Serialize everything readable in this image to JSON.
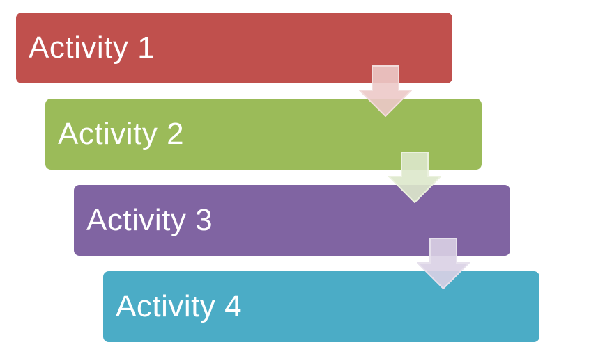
{
  "steps": [
    {
      "label": "Activity 1",
      "color": "#c0504d"
    },
    {
      "label": "Activity 2",
      "color": "#9bbb59"
    },
    {
      "label": "Activity 3",
      "color": "#8064a2"
    },
    {
      "label": "Activity 4",
      "color": "#4bacc6"
    }
  ],
  "arrows": [
    {
      "icon": "down-arrow-icon",
      "fill": "#ecc9c8",
      "stroke": "#f2dcdb"
    },
    {
      "icon": "down-arrow-icon",
      "fill": "#dde8cb",
      "stroke": "#ebf1de"
    },
    {
      "icon": "down-arrow-icon",
      "fill": "#d9d0e4",
      "stroke": "#e6e0ec"
    }
  ]
}
